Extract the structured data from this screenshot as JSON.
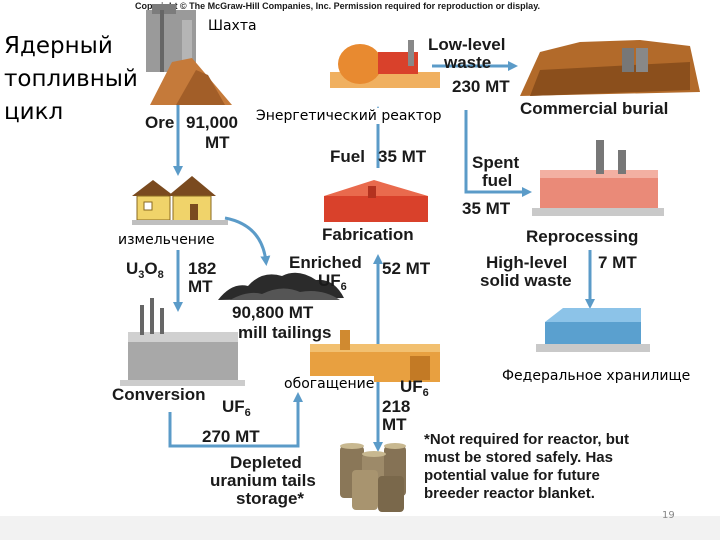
{
  "copyright": "Copyright © The McGraw-Hill Companies, Inc. Permission required for reproduction or display.",
  "title": "Ядерный топливный цикл",
  "page_number": "19",
  "annotations_ru": {
    "mine": "Шахта",
    "reactor": "Энергетический реактор",
    "mill": "измельчение",
    "enrichment": "обогащение",
    "repository": "Федеральное хранилище"
  },
  "stages": {
    "ore": "Ore",
    "ore_amount": "91,000",
    "ore_unit": "MT",
    "u3o8_amount": "182",
    "u3o8_unit": "MT",
    "mill_tailings_amount": "90,800 MT",
    "mill_tailings_label": "mill tailings",
    "conversion": "Conversion",
    "conversion_uf6": "UF",
    "conversion_amount": "270 MT",
    "enriched": "Enriched",
    "enriched_uf6": "UF",
    "enriched_amount": "52 MT",
    "enrichment_uf6": "UF",
    "tails_amount": "218",
    "tails_unit": "MT",
    "depleted_line1": "Depleted",
    "depleted_line2": "uranium tails",
    "depleted_line3": "storage*",
    "fabrication": "Fabrication",
    "fuel": "Fuel",
    "fuel_amount": "35 MT",
    "low_level_line1": "Low-level",
    "low_level_line2": "waste",
    "low_level_amount": "230 MT",
    "commercial_burial": "Commercial burial",
    "spent_line1": "Spent",
    "spent_line2": "fuel",
    "spent_amount": "35 MT",
    "reprocessing": "Reprocessing",
    "high_level_line1": "High-level",
    "high_level_line2": "solid waste",
    "high_level_amount": "7 MT",
    "note_line1": "*Not required for reactor, but",
    "note_line2": "must be stored safely.  Has",
    "note_line3": "potential value for future",
    "note_line4": "breeder reactor blanket."
  },
  "colors": {
    "arrow": "#5b9bc8",
    "building_red": "#d9412b",
    "building_orange": "#e8a040",
    "building_blue": "#5aa0cf",
    "ore_brown": "#c57a3a",
    "tailings_black": "#2b2b2b"
  }
}
